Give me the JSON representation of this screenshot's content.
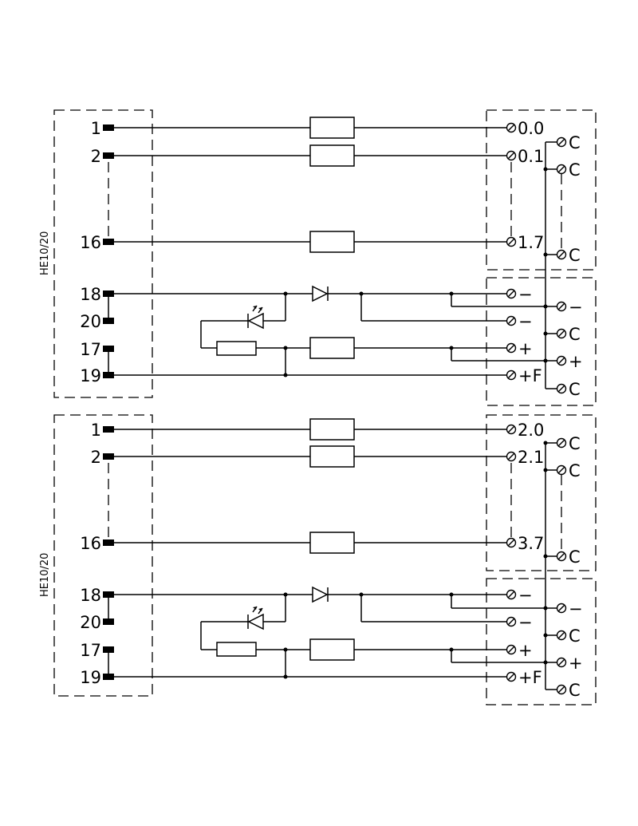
{
  "connector_label": "HE10/20",
  "modules": [
    {
      "connector_label": "HE10/20",
      "pins": [
        "1",
        "2",
        "16",
        "18",
        "20",
        "17",
        "19"
      ],
      "terminals_io": [
        "0.0",
        "0.1",
        "1.7"
      ],
      "terminals_supply": [
        "−",
        "−",
        "+",
        "+F"
      ],
      "commons_top": [
        "C",
        "C",
        "C"
      ],
      "commons_supply": [
        "−",
        "C",
        "+",
        "C"
      ]
    },
    {
      "connector_label": "HE10/20",
      "pins": [
        "1",
        "2",
        "16",
        "18",
        "20",
        "17",
        "19"
      ],
      "terminals_io": [
        "2.0",
        "2.1",
        "3.7"
      ],
      "terminals_supply": [
        "−",
        "−",
        "+",
        "+F"
      ],
      "commons_top": [
        "C",
        "C",
        "C"
      ],
      "commons_supply": [
        "−",
        "C",
        "+",
        "C"
      ]
    }
  ]
}
